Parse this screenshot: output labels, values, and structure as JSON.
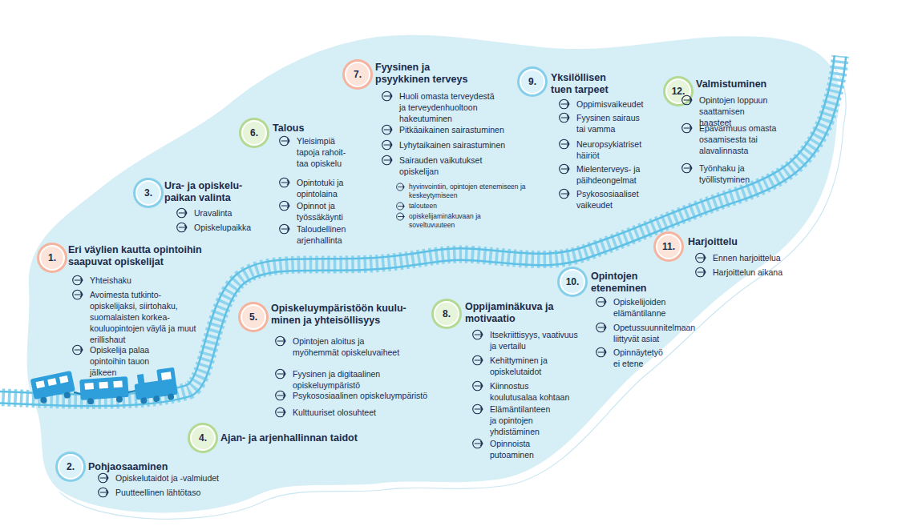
{
  "diagram": {
    "nodes": [
      {
        "text": [
          "1.",
          "Eri väylien kautta opintoihin saapuvat opiskelijat"
        ]
      },
      {
        "text": [
          "2.",
          "Pohjaosaaminen"
        ]
      },
      {
        "text": [
          "3.",
          "Ura- ja opiskelu- paikan valinta"
        ]
      },
      {
        "text": [
          "4.",
          "Ajan- ja arjenhallinnan taidot"
        ]
      },
      {
        "text": [
          "5.",
          "Opiskeluympäristöön kuulu- minen ja yhteisöllisyys"
        ]
      },
      {
        "text": [
          "6.",
          "Talous"
        ]
      },
      {
        "text": [
          "7.",
          "Fyysinen ja psyykkinen terveys"
        ]
      },
      {
        "text": [
          "8.",
          "Oppijaminäkuva ja motivaatio"
        ]
      },
      {
        "text": [
          "9.",
          "Yksilöllisen tuen tarpeet"
        ]
      },
      {
        "text": [
          "10.",
          "Opintojen eteneminen"
        ]
      },
      {
        "text": [
          "11.",
          "Harjoittelu"
        ]
      },
      {
        "text": [
          "12.",
          "Valmistuminen"
        ]
      }
    ],
    "labels": [
      "Yhteishaku",
      "Avoimesta tutkinto- opiskelijaksi, siirtohaku, suomalaisten korkea- kouluopintojen väylä ja muut erillishaut",
      "Opiskelija palaa opintoihin tauon jälkeen",
      "Opiskelutaidot ja -valmiudet",
      "Puutteellinen lähtötaso",
      "Uravalinta",
      "Opiskelupaikka",
      "Opintojen aloitus ja myöhemmät opiskeluvaiheet",
      "Fyysinen ja digitaalinen opiskeluympäristö",
      "Psykososiaalinen opiskeluympäristö",
      "Kulttuuriset olosuhteet",
      "Yleisimpiä tapoja rahoit- taa opiskelu",
      "Opintotuki ja opintolaina",
      "Opinnot ja työssäkäynti",
      "Taloudellinen arjenhallinta",
      "Huoli omasta terveydestä ja terveydenhuoltoon hakeutuminen",
      "Pitkäaikainen sairastuminen",
      "Lyhytaikainen sairastuminen",
      "Sairauden vaikutukset opiskelijan",
      "hyvinvointiin, opintojen etenemiseen ja keskeytymiseen",
      "talouteen",
      "opiskelijaminäkuvaan ja soveltuvuuteen",
      "Itsekriittisyys, vaativuus ja vertailu",
      "Kehittyminen ja opiskelutaidot",
      "Kiinnostus koulutusalaa kohtaan",
      "Elämäntilanteen ja opintojen yhdistäminen",
      "Opinnoista putoaminen",
      "Oppimisvaikeudet",
      "Fyysinen sairaus tai vamma",
      "Neuropsykiatriset häiriöt",
      "Mielenterveys- ja päihdeongelmat",
      "Psykososiaaliset vaikeudet",
      "Opiskelijoiden elämäntilanne",
      "Opetussuunnitelmaan liittyvät asiat",
      "Opinnäytetyö ei etene",
      "Ennen harjoittelua",
      "Harjoittelun aikana",
      "Opintojen loppuun saattamisen haasteet",
      "Epävarmuus omasta osaamisesta tai alavalinnasta",
      "Työnhaku ja työllistyminen"
    ]
  }
}
